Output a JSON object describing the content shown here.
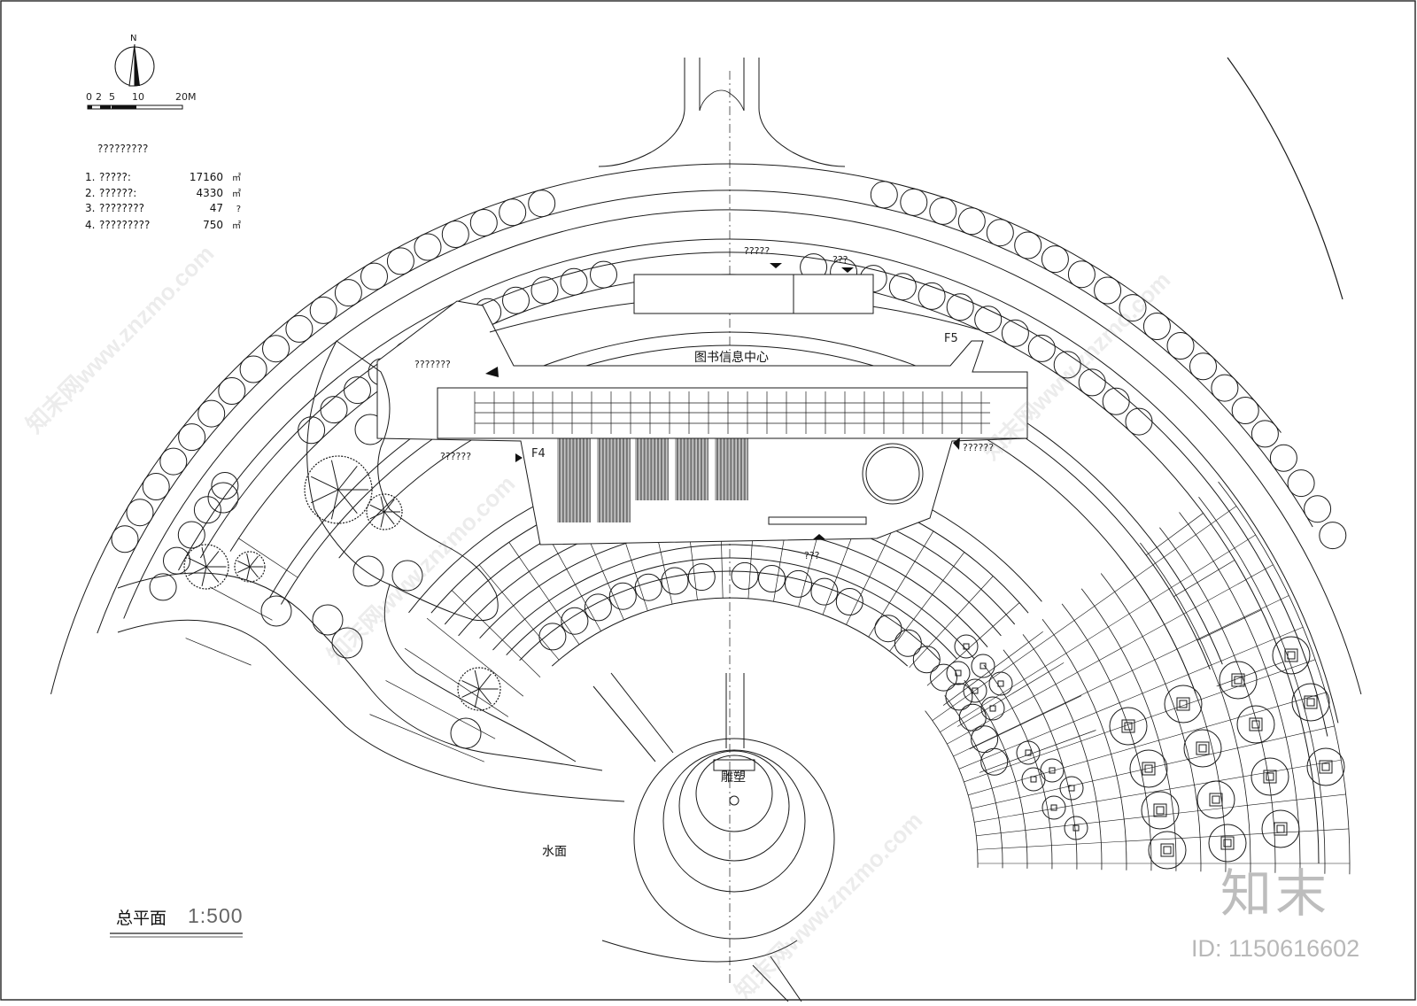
{
  "title": {
    "name": "总平面",
    "scale": "1:500"
  },
  "north_arrow": {
    "label": "N"
  },
  "scale_bar": {
    "labels": [
      "0",
      "2",
      "5",
      "10",
      "20M"
    ]
  },
  "legend": {
    "heading": "?????????",
    "rows": [
      {
        "no": "1.",
        "name": "?????:",
        "value": "17160",
        "unit": "㎡"
      },
      {
        "no": "2.",
        "name": "??????:",
        "value": "4330",
        "unit": "㎡"
      },
      {
        "no": "3.",
        "name": "????????",
        "value": "47",
        "unit": "?"
      },
      {
        "no": "4.",
        "name": "?????????",
        "value": "750",
        "unit": "㎡"
      }
    ]
  },
  "labels": {
    "building": "图书信息中心",
    "sculpture": "雕塑",
    "water": "水面",
    "f5": "F5",
    "f4": "F4",
    "entry_top_left": "?????",
    "entry_top_right": "???",
    "entry_left": "???????",
    "entry_left_bottom": "??????",
    "entry_right": "??????",
    "entry_bottom": "???"
  },
  "brand": {
    "logo_text": "知末",
    "id": "ID: 1150616602",
    "watermark": "知末网www.znzmo.com"
  },
  "colors": {
    "line": "#1a1a1a",
    "paper": "#ffffff",
    "watermark": "#bdbdbd"
  }
}
